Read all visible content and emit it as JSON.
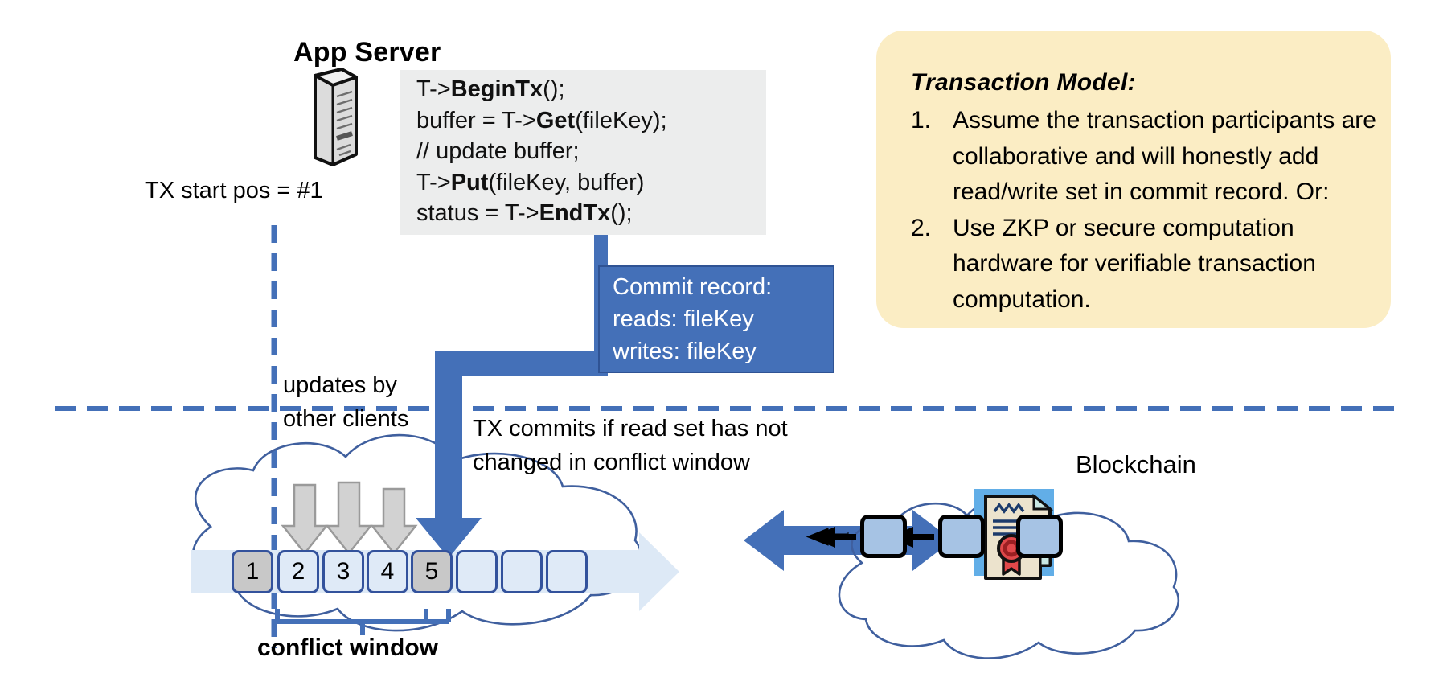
{
  "app_server": {
    "title": "App Server",
    "icon": "server-icon",
    "code_lines": [
      {
        "pre": "T->",
        "bold": "BeginTx",
        "post": "();"
      },
      {
        "pre": "buffer = T->",
        "bold": "Get",
        "post": "(fileKey);"
      },
      {
        "pre": "// update buffer;",
        "bold": "",
        "post": ""
      },
      {
        "pre": "T->",
        "bold": "Put",
        "post": "(fileKey, buffer)"
      },
      {
        "pre": "status = T->",
        "bold": "EndTx",
        "post": "();"
      }
    ]
  },
  "tx_start_label": "TX start pos = #1",
  "commit_record": {
    "title": "Commit record:",
    "reads": "reads: fileKey",
    "writes": "writes: fileKey"
  },
  "transaction_model": {
    "title": "Transaction Model:",
    "items": [
      {
        "num": "1.",
        "text": "Assume the transaction participants are collaborative and will honestly add read/write set in commit record.  Or:"
      },
      {
        "num": "2.",
        "text": "Use ZKP or secure computation hardware for verifiable transaction computation."
      }
    ]
  },
  "ledger": {
    "updates_label": "updates by\nother clients",
    "commit_condition_label": "TX commits if read set has not\nchanged in conflict window",
    "conflict_window_label": "conflict window",
    "cells": [
      {
        "value": "1",
        "state": "filled"
      },
      {
        "value": "2",
        "state": "empty"
      },
      {
        "value": "3",
        "state": "empty"
      },
      {
        "value": "4",
        "state": "empty"
      },
      {
        "value": "5",
        "state": "filled"
      },
      {
        "value": "",
        "state": "empty"
      },
      {
        "value": "",
        "state": "empty"
      },
      {
        "value": "",
        "state": "empty"
      }
    ]
  },
  "blockchain": {
    "label": "Blockchain",
    "icon": "certificate-icon",
    "blocks": [
      "",
      "",
      ""
    ]
  },
  "colors": {
    "accent_blue": "#4470b8",
    "ledger_border": "#33529c",
    "cell_fill": "#dfeaf7",
    "cell_filled": "#c8c8c8",
    "callout_yellow": "#fbedc4",
    "code_bg": "#eceded",
    "cloud_stroke": "#3f5f9e",
    "seal_red": "#e0484a"
  }
}
